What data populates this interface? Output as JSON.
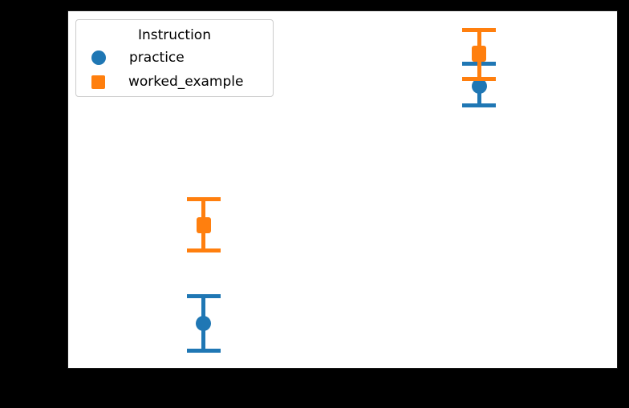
{
  "figure": {
    "background_color": "#000000",
    "plot_background_color": "#ffffff",
    "visible_axis_text": "none"
  },
  "legend": {
    "title": "Instruction",
    "entries": [
      {
        "label": "practice",
        "marker": "circle-icon",
        "color": "#1f77b4"
      },
      {
        "label": "worked_example",
        "marker": "square-icon",
        "color": "#ff7f0e"
      }
    ]
  },
  "chart_data": {
    "type": "scatter",
    "subtype": "point_estimates_with_error_bars",
    "title": "",
    "xlabel": "",
    "ylabel": "",
    "tick_labels_visible": false,
    "grid": false,
    "legend_title": "Instruction",
    "legend_position": "upper left",
    "x_positions_frac": [
      0.247,
      0.749
    ],
    "y_axis_note": "no visible scale; values given as fraction of plot height (0 = bottom, 1 = top)",
    "series": [
      {
        "name": "practice",
        "color": "#1f77b4",
        "marker": "circle",
        "points": [
          {
            "x_frac": 0.247,
            "y_frac": 0.124,
            "err_upper_frac": 0.202,
            "err_lower_frac": 0.049
          },
          {
            "x_frac": 0.749,
            "y_frac": 0.789,
            "err_upper_frac": 0.852,
            "err_lower_frac": 0.735
          }
        ]
      },
      {
        "name": "worked_example",
        "color": "#ff7f0e",
        "marker": "square",
        "points": [
          {
            "x_frac": 0.247,
            "y_frac": 0.4,
            "err_upper_frac": 0.472,
            "err_lower_frac": 0.33
          },
          {
            "x_frac": 0.749,
            "y_frac": 0.881,
            "err_upper_frac": 0.948,
            "err_lower_frac": 0.809
          }
        ]
      }
    ]
  }
}
